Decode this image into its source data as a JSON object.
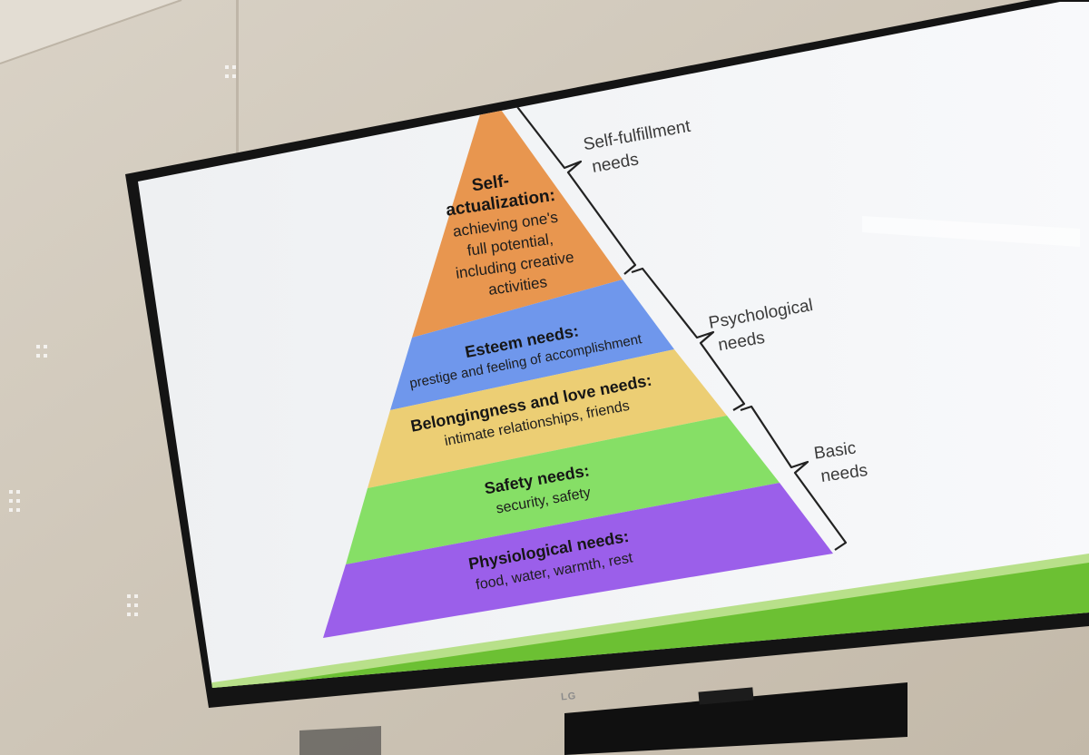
{
  "tv": {
    "brand": "LG"
  },
  "colors": {
    "level1": "#e8964f",
    "level2": "#6f97ec",
    "level3": "#ecce74",
    "level4": "#86df66",
    "level5": "#9b5fea",
    "footer_band": "#6cc033"
  },
  "pyramid": {
    "levels": [
      {
        "title_lines": [
          "Self-",
          "actualization:"
        ],
        "desc_lines": [
          "achieving one's",
          "full potential,",
          "including creative",
          "activities"
        ]
      },
      {
        "title_lines": [
          "Esteem needs:"
        ],
        "desc_lines": [
          "prestige and feeling of accomplishment"
        ]
      },
      {
        "title_lines": [
          "Belongingness and love needs:"
        ],
        "desc_lines": [
          "intimate relationships, friends"
        ]
      },
      {
        "title_lines": [
          "Safety needs:"
        ],
        "desc_lines": [
          "security, safety"
        ]
      },
      {
        "title_lines": [
          "Physiological needs:"
        ],
        "desc_lines": [
          "food, water, warmth, rest"
        ]
      }
    ]
  },
  "groups": [
    {
      "lines": [
        "Self-fulfillment",
        "needs"
      ]
    },
    {
      "lines": [
        "Psychological",
        "needs"
      ]
    },
    {
      "lines": [
        "Basic",
        "needs"
      ]
    }
  ]
}
